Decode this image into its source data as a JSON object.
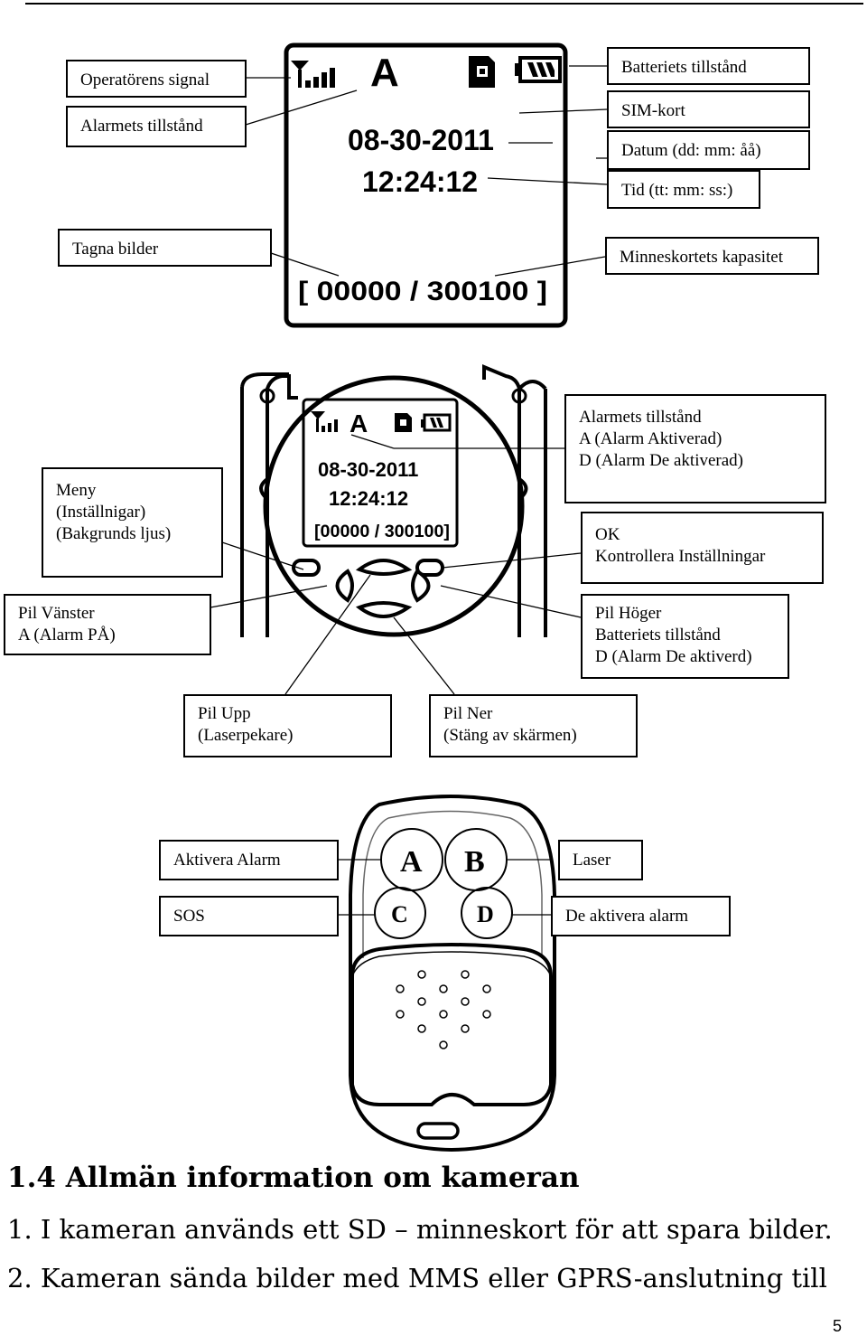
{
  "lcd": {
    "state_letter": "A",
    "date": "08-30-2011",
    "time": "12:24:12",
    "counter": "[ 00000 / 300100 ]",
    "counter_small": "[00000 / 300100]"
  },
  "labels_top": {
    "operator_signal": "Operatörens signal",
    "alarm_state": "Alarmets tillstånd",
    "battery_state": "Batteriets tillstånd",
    "sim_card": "SIM-kort",
    "date": "Datum (dd: mm: åå)",
    "time": "Tid (tt: mm: ss:)",
    "pictures_taken": "Tagna bilder",
    "memory_capacity": "Minneskortets kapasitet"
  },
  "labels_camera": {
    "menu": [
      "Meny",
      "(Inställnigar)",
      "(Bakgrunds ljus)"
    ],
    "alarm_state": [
      "Alarmets tillstånd",
      "A (Alarm Aktiverad)",
      "D (Alarm De aktiverad)"
    ],
    "ok": [
      "OK",
      "Kontrollera Inställningar"
    ],
    "left": [
      "Pil Vänster",
      "A (Alarm PÅ)"
    ],
    "right": [
      "Pil Höger",
      "Batteriets tillstånd",
      "D (Alarm De aktiverd)"
    ],
    "up": [
      "Pil Upp",
      "(Laserpekare)"
    ],
    "down": [
      "Pil Ner",
      "(Stäng av skärmen)"
    ]
  },
  "labels_remote": {
    "activate_alarm": "Aktivera Alarm",
    "sos": "SOS",
    "laser": "Laser",
    "deactivate_alarm": "De aktivera alarm",
    "buttons": [
      "A",
      "B",
      "C",
      "D"
    ]
  },
  "section": {
    "heading": "1.4  Allmän information om kameran",
    "items": [
      "1. I kameran används ett SD – minneskort för att spara bilder.",
      "2. Kameran sända bilder med MMS eller GPRS-anslutning till"
    ]
  },
  "page_number": "5"
}
